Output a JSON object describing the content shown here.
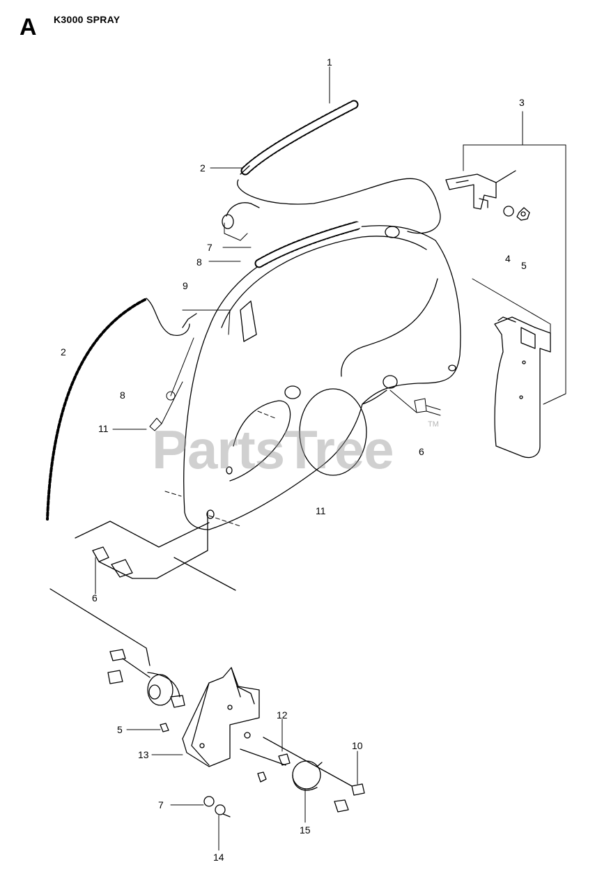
{
  "header": {
    "page_letter": "A",
    "model_title": "K3000 SPRAY"
  },
  "watermark": {
    "text": "PartsTree",
    "trademark": "TM"
  },
  "callouts": [
    "1",
    "2",
    "3",
    "4",
    "5",
    "7",
    "8",
    "9",
    "2",
    "8",
    "11",
    "6",
    "11",
    "6",
    "12",
    "10",
    "5",
    "13",
    "15",
    "7",
    "14"
  ]
}
